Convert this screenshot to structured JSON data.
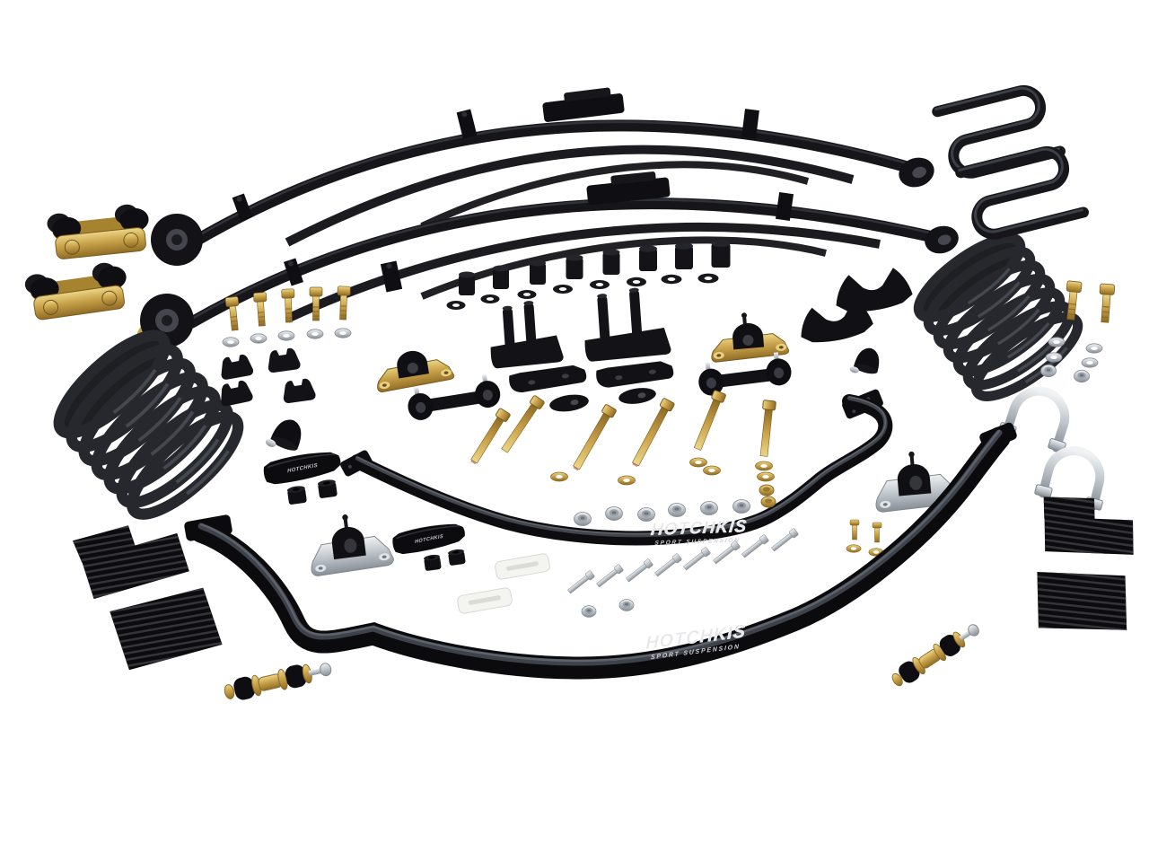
{
  "meta": {
    "type": "product-photograph",
    "subject": "Complete vehicle suspension kit (leaf springs, coil springs, sway bars and hardware) laid out on a white studio background",
    "background": "#ffffff"
  },
  "brand": {
    "name": "HOTCHKIS",
    "tagline": "SPORT SUSPENSION"
  },
  "colors": {
    "gloss_black_parts": "#101014",
    "spring_charcoal": "#26282d",
    "zinc_gold_hardware": "#c9a24a",
    "zinc_silver_hardware": "#bcc2c8",
    "grease_packet_white": "#f4f4f1",
    "logo_text": "#e6e6e9",
    "thread_lock_pink": "#d89090"
  },
  "components": [
    {
      "name": "multi-leaf spring",
      "qty": 2,
      "finish": "gloss black",
      "location": "arching across the upper half"
    },
    {
      "name": "leaf-spring shackle kit",
      "qty": 2,
      "finish": "gold zinc plates, black bushings",
      "location": "upper left"
    },
    {
      "name": "lowering coil spring",
      "qty": 2,
      "finish": "charcoal black",
      "location": "mid left and upper right"
    },
    {
      "name": "front sway bar with logo",
      "qty": 1,
      "finish": "gloss black",
      "location": "sweeping across the bottom"
    },
    {
      "name": "rear sway bar with logo",
      "qty": 1,
      "finish": "gloss black",
      "location": "across the middle"
    },
    {
      "name": "z-shaped spring clamp",
      "qty": 2,
      "finish": "black",
      "location": "top right"
    },
    {
      "name": "axle u-bolt",
      "qty": 2,
      "finish": "silver zinc",
      "location": "right side"
    },
    {
      "name": "ribbed alignment block",
      "qty": 4,
      "finish": "black",
      "location": "bottom left and bottom right"
    },
    {
      "name": "sway-bar end link with bushings",
      "qty": 2,
      "finish": "gold hardware, black bushings",
      "location": "bottom left and bottom right"
    },
    {
      "name": "sway-bar bushing bracket, gold",
      "qty": 2,
      "finish": "gold zinc, black bushing",
      "location": "center"
    },
    {
      "name": "sway-bar bushing bracket, zinc",
      "qty": 2,
      "finish": "silver zinc, black bushing, grease fitting",
      "location": "lower center and right"
    },
    {
      "name": "dog-bone link bushing",
      "qty": 2,
      "finish": "black",
      "location": "center"
    },
    {
      "name": "bump stop",
      "qty": 2,
      "finish": "black rubber",
      "location": "center left and center right"
    },
    {
      "name": "spring perch saddle",
      "qty": 2,
      "finish": "black",
      "location": "right of center"
    },
    {
      "name": "stud mounting bracket",
      "qty": 2,
      "finish": "black",
      "location": "center"
    },
    {
      "name": "shim plate",
      "qty": 4,
      "finish": "black",
      "location": "center"
    },
    {
      "name": "leaf-spring clip",
      "qty": 4,
      "finish": "black",
      "location": "left of center"
    },
    {
      "name": "spacer bushing with washer",
      "qty": 8,
      "finish": "black",
      "location": "upper middle row"
    },
    {
      "name": "small gold bolt with washer",
      "qty": 5,
      "finish": "gold zinc",
      "location": "upper left row"
    },
    {
      "name": "long gold bolt",
      "qty": 6,
      "finish": "gold zinc, pink thread-lock tips",
      "location": "center fan"
    },
    {
      "name": "gold washer",
      "qty": 8,
      "finish": "gold zinc",
      "location": "center"
    },
    {
      "name": "gold nut",
      "qty": 2,
      "finish": "gold zinc",
      "location": "right of center"
    },
    {
      "name": "gold bolt, vertical pair",
      "qty": 2,
      "finish": "gold zinc",
      "location": "top right"
    },
    {
      "name": "small gold screw with washer",
      "qty": 2,
      "finish": "gold zinc",
      "location": "right"
    },
    {
      "name": "silver lock nut",
      "qty": 8,
      "finish": "silver zinc",
      "location": "middle rows"
    },
    {
      "name": "silver bolt",
      "qty": 8,
      "finish": "silver zinc",
      "location": "middle row"
    },
    {
      "name": "silver washer",
      "qty": 9,
      "finish": "silver zinc",
      "location": "upper left and top right"
    },
    {
      "name": "bushing grip sleeve with logo",
      "qty": 2,
      "finish": "black",
      "location": "center left"
    },
    {
      "name": "small bushing",
      "qty": 4,
      "finish": "black",
      "location": "center left"
    },
    {
      "name": "grease packet",
      "qty": 2,
      "finish": "white",
      "location": "lower center"
    }
  ]
}
